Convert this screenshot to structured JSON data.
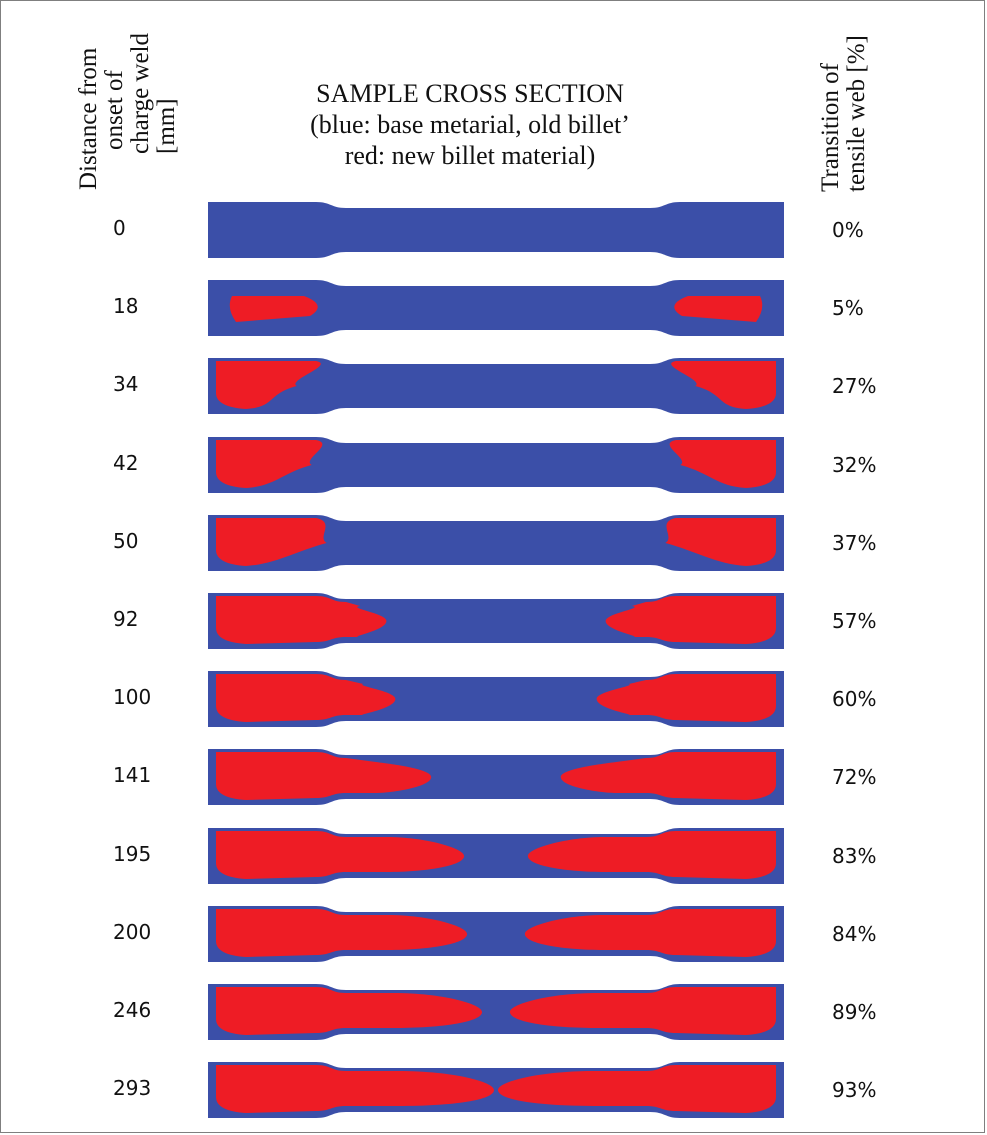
{
  "left_header": [
    "Distance from",
    "onset of",
    "charge weld",
    "[mm]"
  ],
  "right_header": [
    "Transition of",
    "tensile web [%]"
  ],
  "title_lines": [
    "SAMPLE CROSS SECTION",
    "(blue: base metarial, old billet’",
    "red: new billet material)"
  ],
  "colors": {
    "base": "#3B4FA8",
    "new": "#EE1C25",
    "frame": "#7f7f7f"
  },
  "rows": [
    {
      "distance": "0",
      "transition": "0%",
      "fraction": 0.0
    },
    {
      "distance": "18",
      "transition": "5%",
      "fraction": 0.05
    },
    {
      "distance": "34",
      "transition": "27%",
      "fraction": 0.27
    },
    {
      "distance": "42",
      "transition": "32%",
      "fraction": 0.32
    },
    {
      "distance": "50",
      "transition": "37%",
      "fraction": 0.37
    },
    {
      "distance": "92",
      "transition": "57%",
      "fraction": 0.57
    },
    {
      "distance": "100",
      "transition": "60%",
      "fraction": 0.6
    },
    {
      "distance": "141",
      "transition": "72%",
      "fraction": 0.72
    },
    {
      "distance": "195",
      "transition": "83%",
      "fraction": 0.83
    },
    {
      "distance": "200",
      "transition": "84%",
      "fraction": 0.84
    },
    {
      "distance": "246",
      "transition": "89%",
      "fraction": 0.89
    },
    {
      "distance": "293",
      "transition": "93%",
      "fraction": 0.93
    }
  ]
}
